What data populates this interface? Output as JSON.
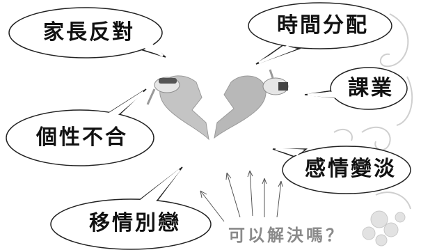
{
  "bubbles": {
    "parents_oppose": "家長反對",
    "time_allocation": "時間分配",
    "schoolwork": "課業",
    "incompatible_personalities": "個性不合",
    "feelings_fade": "感情變淡",
    "change_of_heart": "移情別戀"
  },
  "question": "可以解決嗎？",
  "colors": {
    "bubble_outline": "#222222",
    "bubble_fill": "#ffffff",
    "text": "#111111",
    "question_text": "#8a8a8a",
    "broken_heart": "#bdbdbd"
  }
}
